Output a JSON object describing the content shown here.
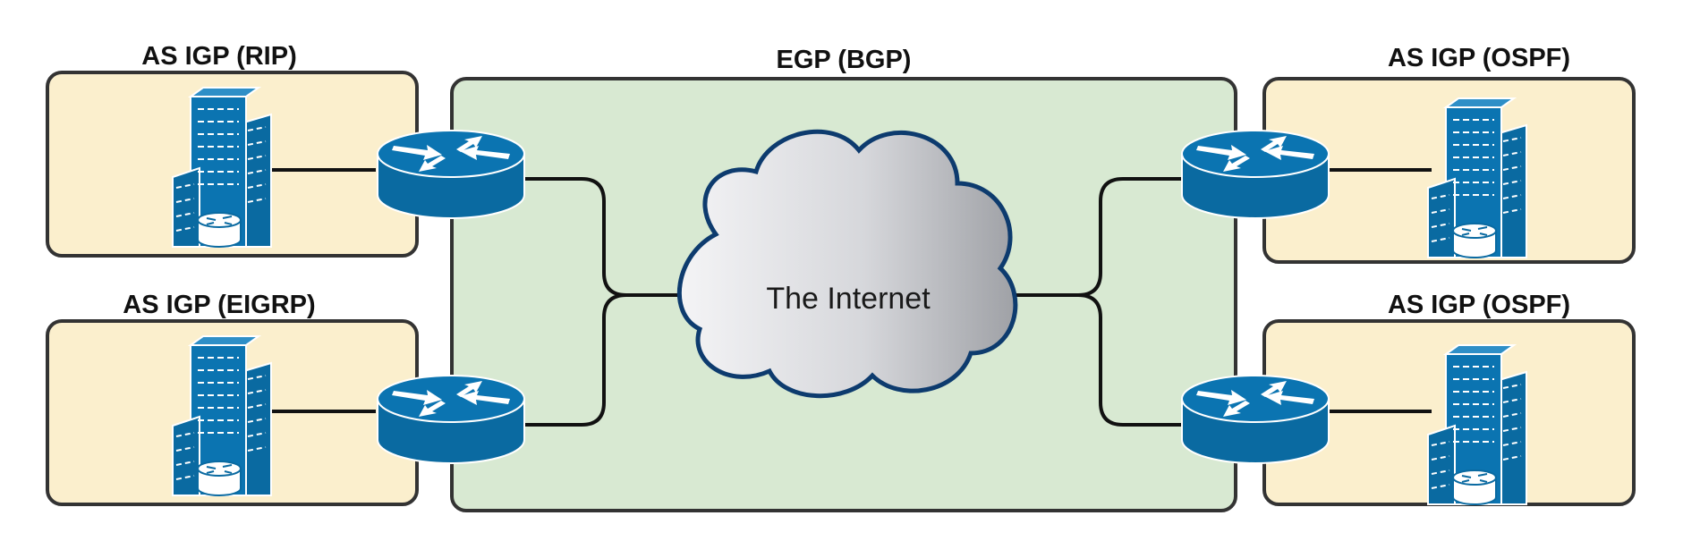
{
  "labels": {
    "egp": "EGP (BGP)",
    "cloud": "The Internet",
    "as_top_left": "AS IGP (RIP)",
    "as_bottom_left": "AS IGP (EIGRP)",
    "as_top_right": "AS IGP (OSPF)",
    "as_bottom_right": "AS IGP (OSPF)"
  },
  "colors": {
    "as_fill": "#fbefcd",
    "egp_fill": "#d8e9d2",
    "border": "#333333",
    "device_blue": "#0a6aa1",
    "cloud_border": "#0d3b6e"
  },
  "icons": [
    "building-icon",
    "router-icon",
    "cloud-icon"
  ]
}
